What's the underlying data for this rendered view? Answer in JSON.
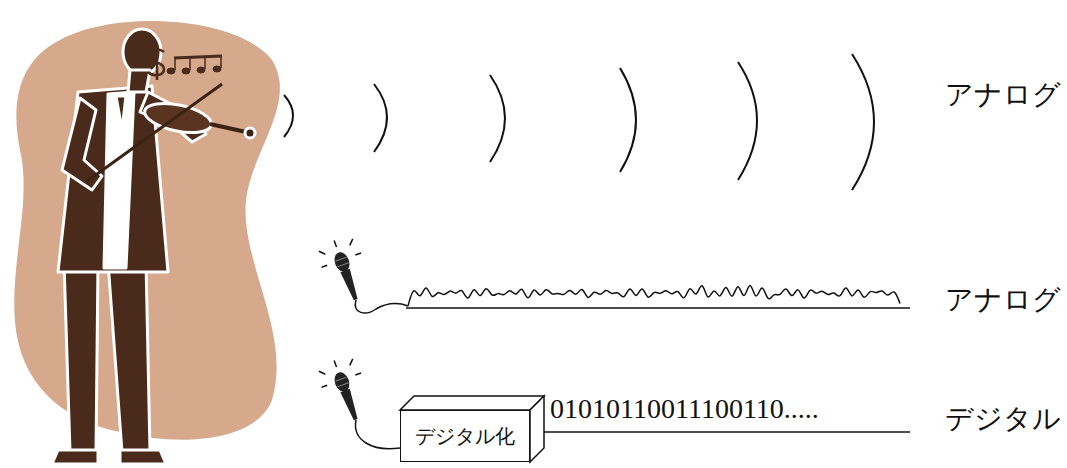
{
  "diagram": {
    "nodes": [
      {
        "text": [
          "デジタル化"
        ]
      }
    ],
    "labels": [
      "アナログ",
      "アナログ",
      "01010110011100110.....",
      "デジタル"
    ]
  }
}
